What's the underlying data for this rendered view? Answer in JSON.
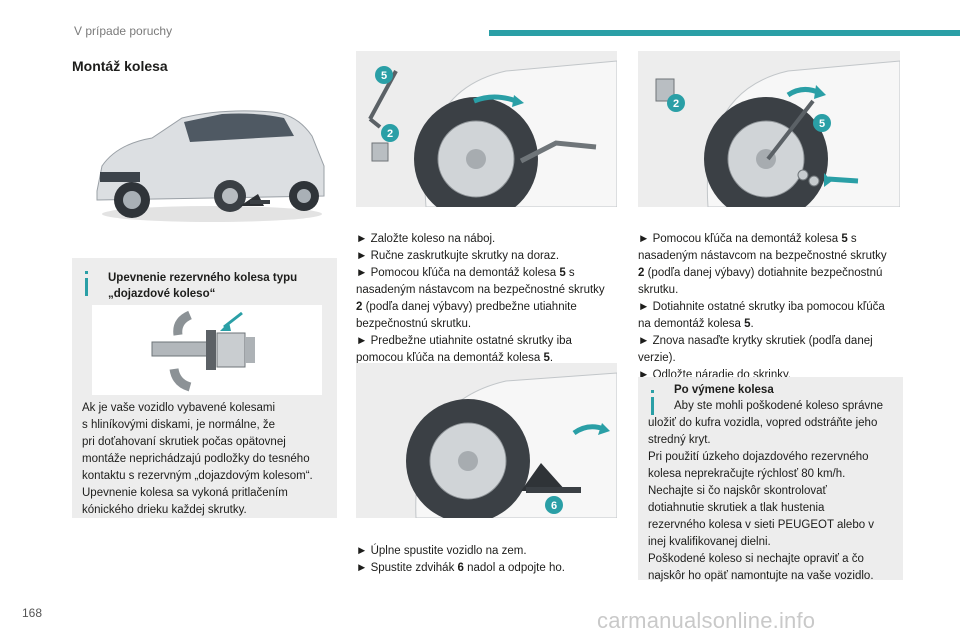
{
  "header": {
    "section": "V prípade poruchy"
  },
  "page_number": "168",
  "watermark": "carmanualsonline.info",
  "title": "Montáž kolesa",
  "colors": {
    "accent": "#2a9fa6",
    "box_bg": "#ededed"
  },
  "icons": [
    "info-icon",
    "car-on-jack-illustration",
    "wrench-icon",
    "bolt-icon",
    "jack-icon"
  ],
  "callouts": {
    "five": "5",
    "two": "2",
    "six": "6"
  },
  "infobox1": {
    "title_line1": "Upevnenie rezervného kolesa typu",
    "title_line2": "„dojazdové koleso“",
    "body": [
      "Ak je vaše vozidlo vybavené kolesami",
      "s hliníkovými diskami, je normálne, že",
      "pri doťahovaní skrutiek počas opätovnej",
      "montáže neprichádzajú podložky do tesného",
      "kontaktu s rezervným „dojazdovým kolesom“.",
      "Upevnenie kolesa sa vykoná pritlačením",
      "kónického drieku každej skrutky."
    ]
  },
  "column2": {
    "steps1": [
      {
        "text": "► Založte koleso na náboj."
      },
      {
        "text": "► Ručne zaskrutkujte skrutky na doraz."
      },
      {
        "pre": "► Pomocou kľúča na demontáž kolesa ",
        "bold": "5",
        "post": " s"
      },
      {
        "text": "nasadeným nástavcom na bezpečnostné skrutky"
      },
      {
        "bold": "2",
        "post": " (podľa danej výbavy) predbežne utiahnite"
      },
      {
        "text": "bezpečnostnú skrutku."
      },
      {
        "text": "► Predbežne utiahnite ostatné skrutky iba"
      },
      {
        "pre": "pomocou kľúča na demontáž kolesa ",
        "bold": "5",
        "post": "."
      }
    ],
    "steps2": [
      {
        "text": "► Úplne spustite vozidlo na zem."
      },
      {
        "pre": "► Spustite zdvihák ",
        "bold": "6",
        "post": " nadol a odpojte ho."
      }
    ]
  },
  "column3": {
    "steps": [
      {
        "pre": "► Pomocou kľúča na demontáž kolesa ",
        "bold": "5",
        "post": " s"
      },
      {
        "text": "nasadeným nástavcom na bezpečnostné skrutky"
      },
      {
        "bold": "2",
        "post": " (podľa danej výbavy) dotiahnite bezpečnostnú"
      },
      {
        "text": "skrutku."
      },
      {
        "text": "► Dotiahnite ostatné skrutky iba pomocou kľúča"
      },
      {
        "pre": "na demontáž kolesa ",
        "bold": "5",
        "post": "."
      },
      {
        "text": "► Znova nasaďte krytky skrutiek (podľa danej"
      },
      {
        "text": "verzie)."
      },
      {
        "text": "► Odložte náradie do skrinky."
      }
    ],
    "infobox2": {
      "title": "Po výmene kolesa",
      "body": [
        "Aby ste mohli poškodené koleso správne",
        "uložiť do kufra vozidla, vopred odstráňte jeho",
        "stredný kryt.",
        "Pri použití úzkeho dojazdového rezervného",
        "kolesa neprekračujte rýchlosť 80 km/h.",
        "Nechajte si čo najskôr skontrolovať",
        "dotiahnutie skrutiek a tlak hustenia",
        "rezervného kolesa v sieti PEUGEOT alebo v",
        "inej kvalifikovanej dielni.",
        "Poškodené koleso si nechajte opraviť a čo",
        "najskôr ho opäť namontujte na vaše vozidlo."
      ]
    }
  }
}
